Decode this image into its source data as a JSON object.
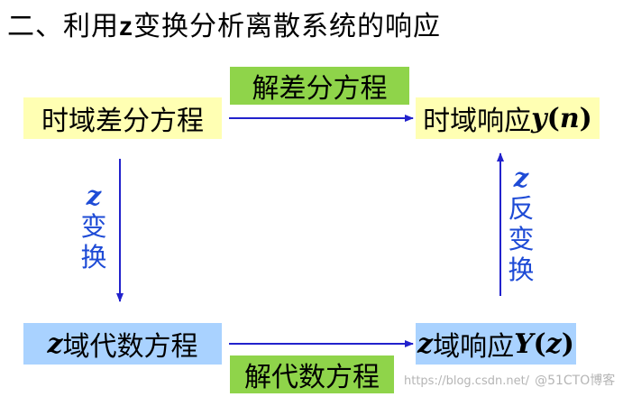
{
  "title": {
    "prefix": "二、利用",
    "z": "z",
    "suffix": "变换分析离散系统的响应"
  },
  "boxes": {
    "diff_eq": "时域差分方程",
    "solve_diff": "解差分方程",
    "time_response": {
      "text": "时域响应",
      "y": "y",
      "open": "(",
      "n": "n",
      "close": ")"
    },
    "z_alg": {
      "z": "z",
      "text": "域代数方程"
    },
    "solve_alg": "解代数方程",
    "z_response": {
      "z": "z",
      "text": "域响应",
      "Y": "Y",
      "open": "(",
      "zz": "z",
      "close": ")"
    }
  },
  "vertical_labels": {
    "left": {
      "z": "z",
      "c1": "变",
      "c2": "换"
    },
    "right": {
      "z": "z",
      "c1": "反",
      "c2": "变",
      "c3": "换"
    }
  },
  "watermark": {
    "url": "https://blog.csdn.net/",
    "brand": "@51CTO博客"
  },
  "colors": {
    "arrow": "#2222cc",
    "label_blue": "#1e4bd6",
    "yellow_box": "#ffffb3",
    "blue_box": "#a9d2ff",
    "green_box": "#8fd44a"
  }
}
